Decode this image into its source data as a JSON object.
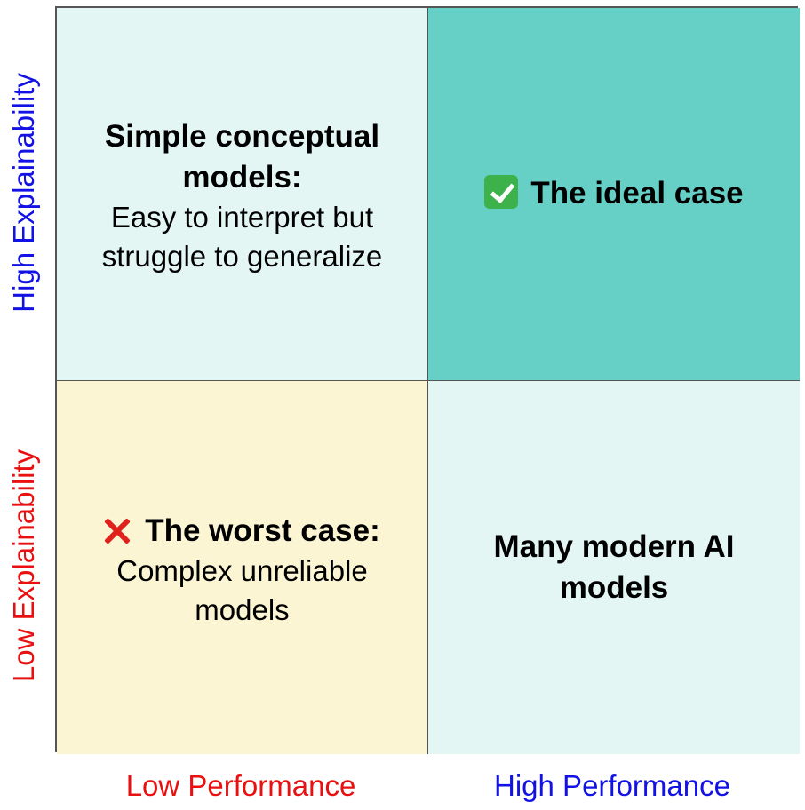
{
  "colors": {
    "light_cyan": "#e3f6f4",
    "teal": "#67d0c6",
    "light_yellow": "#fbf5d3",
    "border": "#555555",
    "high_label": "#1212e6",
    "low_label": "#e81010"
  },
  "axes": {
    "y_high": "High Explainability",
    "y_low": "Low Explainability",
    "x_low": "Low Performance",
    "x_high": "High Performance"
  },
  "quadrants": {
    "top_left": {
      "heading_line1": "Simple conceptual",
      "heading_line2": "models:",
      "body_line1": "Easy to interpret but",
      "body_line2": "struggle to generalize"
    },
    "top_right": {
      "icon": "check-mark-icon",
      "heading": "The ideal case"
    },
    "bottom_left": {
      "icon": "cross-mark-icon",
      "heading": "The worst case:",
      "body_line1": "Complex unreliable",
      "body_line2": "models"
    },
    "bottom_right": {
      "heading_line1": "Many modern AI",
      "heading_line2": "models"
    }
  }
}
